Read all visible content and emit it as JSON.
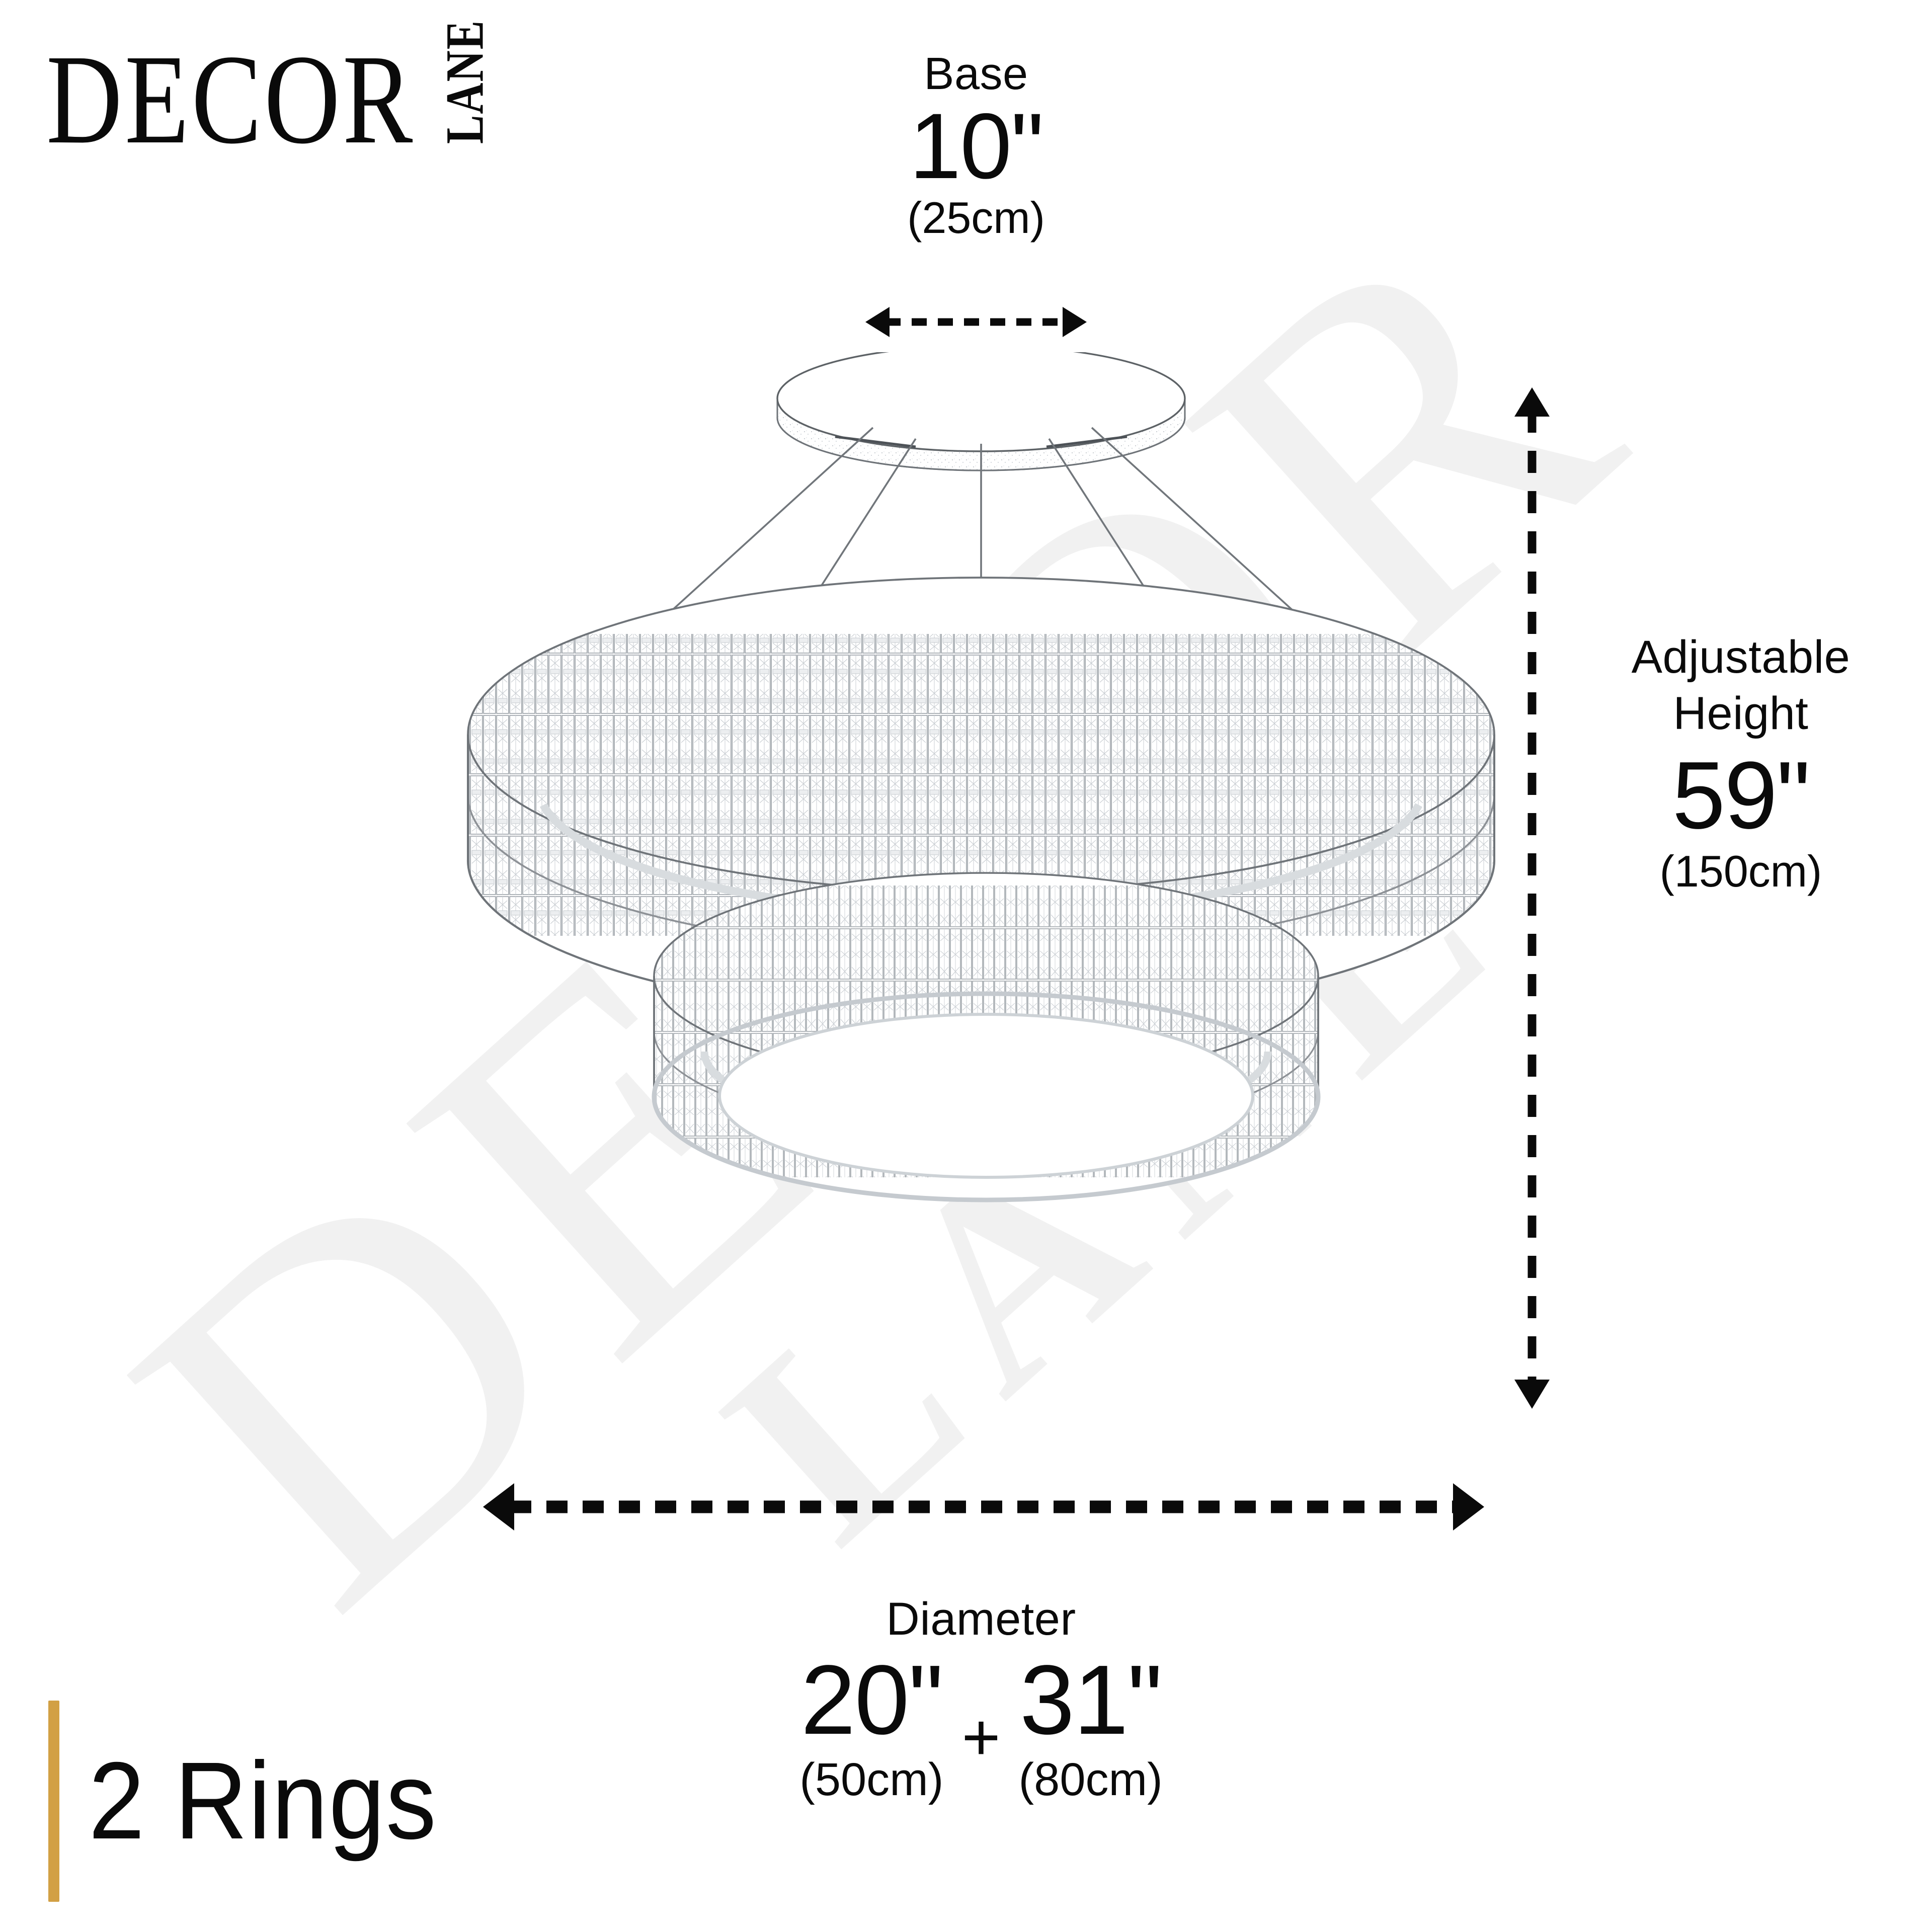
{
  "brand": {
    "name": "DECOR",
    "suffix": "LANE",
    "watermark_line1": "DECOR",
    "watermark_line2": "LANE",
    "accent_color": "#d2a044"
  },
  "base": {
    "label": "Base",
    "inches": "10\"",
    "metric": "(25cm)",
    "arrow": "horizontal-double-arrow"
  },
  "height": {
    "label_line1": "Adjustable",
    "label_line2": "Height",
    "inches": "59\"",
    "metric": "(150cm)",
    "arrow": "vertical-double-arrow"
  },
  "diameter": {
    "label": "Diameter",
    "ring_small_inches": "20\"",
    "ring_small_metric": "(50cm)",
    "separator": "+",
    "ring_large_inches": "31\"",
    "ring_large_metric": "(80cm)",
    "arrow": "horizontal-double-arrow"
  },
  "rings": {
    "count_label": "2 Rings"
  },
  "product": {
    "type": "two-tier-crystal-ring-chandelier",
    "ring_count": 2,
    "line_color": "#8d9196",
    "fill_color": "#ffffff"
  }
}
